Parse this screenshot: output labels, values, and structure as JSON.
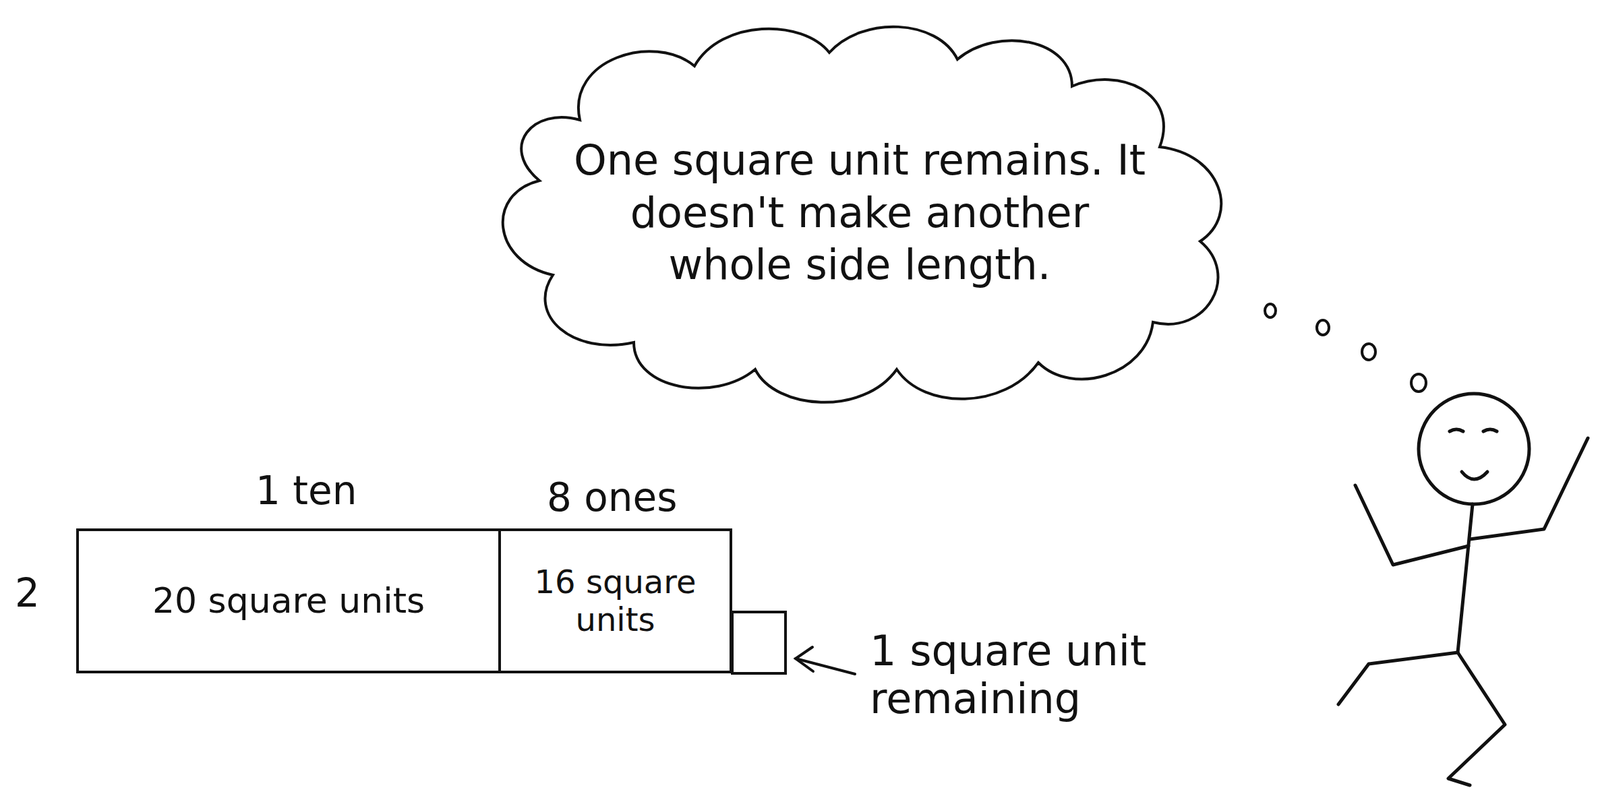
{
  "diagram": {
    "nodes": [
      {
        "text": [
          "One square unit remains. It doesn't make another whole side length."
        ]
      },
      {
        "text": [
          "20 square units"
        ]
      },
      {
        "text": [
          "16 square units"
        ]
      }
    ],
    "labels": [
      "1 ten",
      "8 ones",
      "2",
      "1 square unit remaining"
    ]
  }
}
